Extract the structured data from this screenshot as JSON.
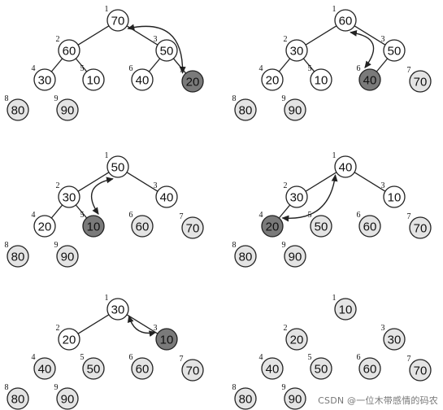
{
  "colors": {
    "unsorted": "#ffffff",
    "swap_target": "#7a7a7a",
    "sorted": "#e4e4e4",
    "stroke": "#222222"
  },
  "panels": [
    {
      "nodes": [
        {
          "index": "1",
          "value": "70",
          "state": "unsorted"
        },
        {
          "index": "2",
          "value": "60",
          "state": "unsorted"
        },
        {
          "index": "3",
          "value": "50",
          "state": "unsorted"
        },
        {
          "index": "4",
          "value": "30",
          "state": "unsorted"
        },
        {
          "index": "5",
          "value": "10",
          "state": "unsorted"
        },
        {
          "index": "6",
          "value": "40",
          "state": "unsorted"
        },
        {
          "index": "7",
          "value": "20",
          "state": "swap_target"
        },
        {
          "index": "8",
          "value": "80",
          "state": "sorted"
        },
        {
          "index": "9",
          "value": "90",
          "state": "sorted"
        }
      ],
      "swap": [
        "1",
        "7"
      ]
    },
    {
      "nodes": [
        {
          "index": "1",
          "value": "60",
          "state": "unsorted"
        },
        {
          "index": "2",
          "value": "30",
          "state": "unsorted"
        },
        {
          "index": "3",
          "value": "50",
          "state": "unsorted"
        },
        {
          "index": "4",
          "value": "20",
          "state": "unsorted"
        },
        {
          "index": "5",
          "value": "10",
          "state": "unsorted"
        },
        {
          "index": "6",
          "value": "40",
          "state": "swap_target"
        },
        {
          "index": "7",
          "value": "70",
          "state": "sorted"
        },
        {
          "index": "8",
          "value": "80",
          "state": "sorted"
        },
        {
          "index": "9",
          "value": "90",
          "state": "sorted"
        }
      ],
      "swap": [
        "1",
        "6"
      ]
    },
    {
      "nodes": [
        {
          "index": "1",
          "value": "50",
          "state": "unsorted"
        },
        {
          "index": "2",
          "value": "30",
          "state": "unsorted"
        },
        {
          "index": "3",
          "value": "40",
          "state": "unsorted"
        },
        {
          "index": "4",
          "value": "20",
          "state": "unsorted"
        },
        {
          "index": "5",
          "value": "10",
          "state": "swap_target"
        },
        {
          "index": "6",
          "value": "60",
          "state": "sorted"
        },
        {
          "index": "7",
          "value": "70",
          "state": "sorted"
        },
        {
          "index": "8",
          "value": "80",
          "state": "sorted"
        },
        {
          "index": "9",
          "value": "90",
          "state": "sorted"
        }
      ],
      "swap": [
        "1",
        "5"
      ]
    },
    {
      "nodes": [
        {
          "index": "1",
          "value": "40",
          "state": "unsorted"
        },
        {
          "index": "2",
          "value": "30",
          "state": "unsorted"
        },
        {
          "index": "3",
          "value": "10",
          "state": "unsorted"
        },
        {
          "index": "4",
          "value": "20",
          "state": "swap_target"
        },
        {
          "index": "5",
          "value": "50",
          "state": "sorted"
        },
        {
          "index": "6",
          "value": "60",
          "state": "sorted"
        },
        {
          "index": "7",
          "value": "70",
          "state": "sorted"
        },
        {
          "index": "8",
          "value": "80",
          "state": "sorted"
        },
        {
          "index": "9",
          "value": "90",
          "state": "sorted"
        }
      ],
      "swap": [
        "1",
        "4"
      ]
    },
    {
      "nodes": [
        {
          "index": "1",
          "value": "30",
          "state": "unsorted"
        },
        {
          "index": "2",
          "value": "20",
          "state": "unsorted"
        },
        {
          "index": "3",
          "value": "10",
          "state": "swap_target"
        },
        {
          "index": "4",
          "value": "40",
          "state": "sorted"
        },
        {
          "index": "5",
          "value": "50",
          "state": "sorted"
        },
        {
          "index": "6",
          "value": "60",
          "state": "sorted"
        },
        {
          "index": "7",
          "value": "70",
          "state": "sorted"
        },
        {
          "index": "8",
          "value": "80",
          "state": "sorted"
        },
        {
          "index": "9",
          "value": "90",
          "state": "sorted"
        }
      ],
      "swap": [
        "1",
        "3"
      ]
    },
    {
      "nodes": [
        {
          "index": "1",
          "value": "10",
          "state": "sorted"
        },
        {
          "index": "2",
          "value": "20",
          "state": "sorted"
        },
        {
          "index": "3",
          "value": "30",
          "state": "sorted"
        },
        {
          "index": "4",
          "value": "40",
          "state": "sorted"
        },
        {
          "index": "5",
          "value": "50",
          "state": "sorted"
        },
        {
          "index": "6",
          "value": "60",
          "state": "sorted"
        },
        {
          "index": "7",
          "value": "70",
          "state": "sorted"
        },
        {
          "index": "8",
          "value": "80",
          "state": "sorted"
        },
        {
          "index": "9",
          "value": "90",
          "state": "sorted"
        }
      ],
      "swap": []
    }
  ],
  "watermark": "CSDN @一位木带感情的码农"
}
